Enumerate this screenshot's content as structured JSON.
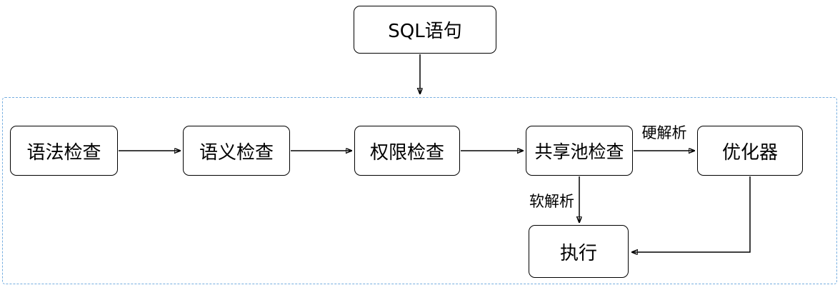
{
  "diagram": {
    "nodes": {
      "sql_statement": "SQL语句",
      "syntax_check": "语法检查",
      "semantic_check": "语义检查",
      "privilege_check": "权限检查",
      "shared_pool_check": "共享池检查",
      "optimizer": "优化器",
      "execute": "执行"
    },
    "edge_labels": {
      "hard_parse": "硬解析",
      "soft_parse": "软解析"
    },
    "colors": {
      "node_border": "#000000",
      "boundary_border": "#76aee0",
      "arrow": "#000000",
      "background": "#ffffff"
    }
  }
}
